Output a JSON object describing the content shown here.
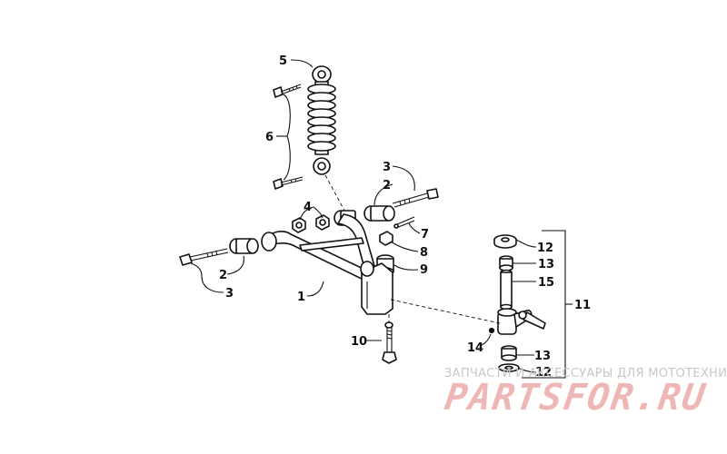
{
  "callouts": {
    "c1": "1",
    "c2a": "2",
    "c2b": "2",
    "c3a": "3",
    "c3b": "3",
    "c4": "4",
    "c5": "5",
    "c6": "6",
    "c7": "7",
    "c8": "8",
    "c9": "9",
    "c10": "10",
    "c11": "11",
    "c12a": "12",
    "c12b": "12",
    "c13a": "13",
    "c13b": "13",
    "c14": "14",
    "c15": "15"
  },
  "watermark": {
    "caption": "ЗАПЧАСТИ И АКСЕССУАРЫ ДЛЯ МОТОТЕХНИКИ",
    "logo": "PARTSFOR.RU"
  },
  "colors": {
    "line": "#111111",
    "background": "#ffffff",
    "watermark_logo": "#e27a7a",
    "watermark_caption": "#c8c8c8"
  }
}
